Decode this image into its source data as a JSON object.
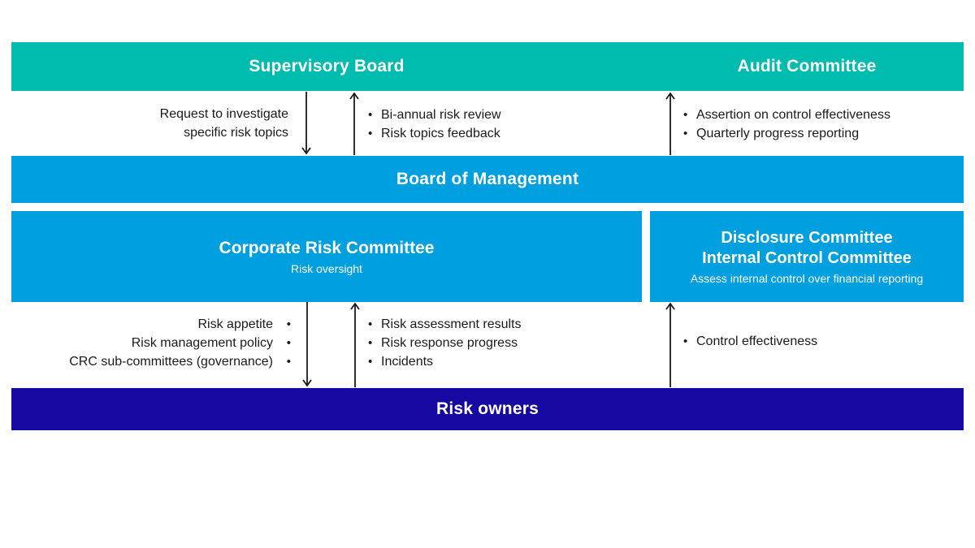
{
  "colors": {
    "teal": "#00BCAF",
    "blue": "#009FE0",
    "navy": "#1509A2",
    "text_dark": "#1A1A1A"
  },
  "bullet": "•",
  "bars": {
    "supervisory_board": "Supervisory Board",
    "audit_committee": "Audit Committee",
    "board_of_management": "Board of Management",
    "risk_owners": "Risk owners"
  },
  "boxes": {
    "corporate_risk_committee": {
      "title": "Corporate Risk Committee",
      "subtitle": "Risk oversight"
    },
    "disclosure_internal_control": {
      "title_line1": "Disclosure Committee",
      "title_line2": "Internal Control Committee",
      "subtitle": "Assess internal control over financial reporting"
    }
  },
  "annotations": {
    "supervisory_to_bom": {
      "lines": [
        "Request to investigate",
        "specific risk topics"
      ]
    },
    "bom_to_supervisory": {
      "items": [
        "Bi-annual risk review",
        "Risk topics feedback"
      ]
    },
    "bom_to_audit": {
      "items": [
        "Assertion on control effectiveness",
        "Quarterly progress reporting"
      ]
    },
    "crc_to_risk_owners": {
      "items": [
        "Risk appetite",
        "Risk management policy",
        "CRC sub-committees (governance)"
      ]
    },
    "risk_owners_to_crc": {
      "items": [
        "Risk assessment results",
        "Risk response progress",
        "Incidents"
      ]
    },
    "risk_owners_to_disclosure": {
      "items": [
        "Control effectiveness"
      ]
    }
  }
}
